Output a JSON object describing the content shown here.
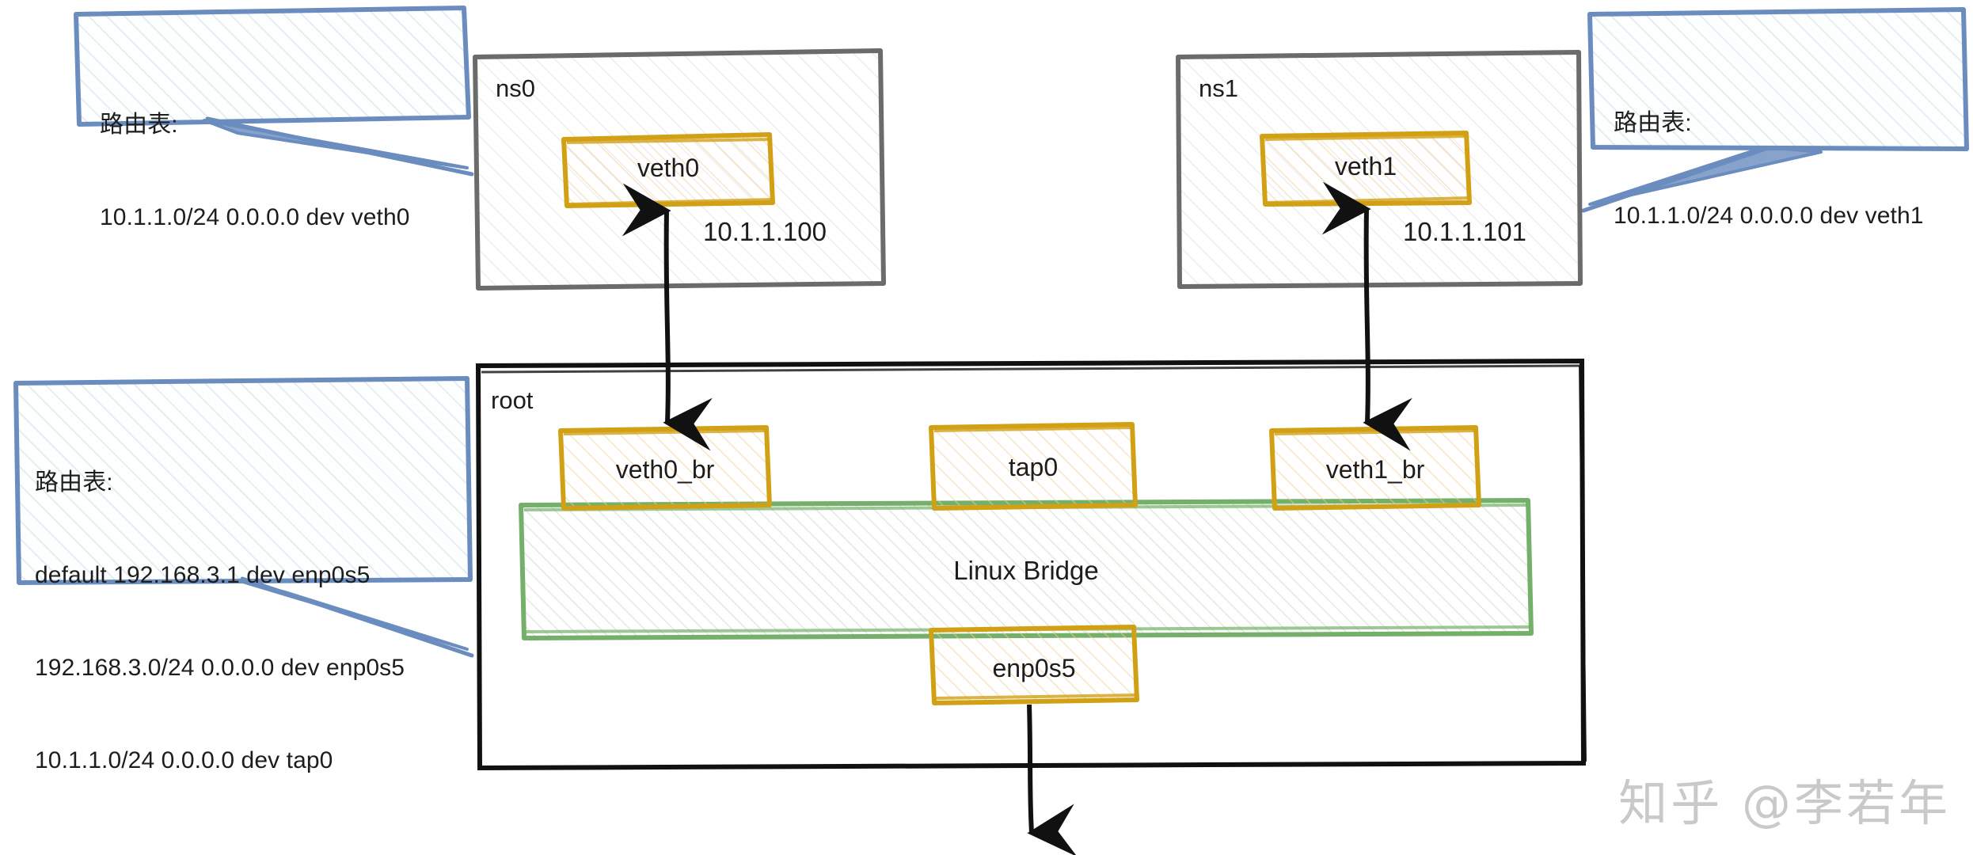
{
  "diagram": {
    "title": "Linux network namespace / bridge topology",
    "colors": {
      "callout_stroke": "#6a8cbe",
      "callout_fill": "#eaf0f8",
      "namespace_stroke": "#6b6b6b",
      "device_stroke": "#d2a015",
      "device_fill": "#fdf3e2",
      "bridge_stroke": "#74b06a",
      "bridge_fill": "#eef4ec",
      "arrow": "#121212",
      "root_stroke": "#111111",
      "watermark": "#c9c9c9"
    }
  },
  "callouts": {
    "ns0_route": {
      "name": "ns0-route-table",
      "title": "路由表:",
      "lines": [
        "10.1.1.0/24 0.0.0.0 dev veth0"
      ]
    },
    "ns1_route": {
      "name": "ns1-route-table",
      "title": "路由表:",
      "lines": [
        "10.1.1.0/24 0.0.0.0 dev veth1"
      ]
    },
    "root_route": {
      "name": "root-route-table",
      "title": "路由表:",
      "lines": [
        "default 192.168.3.1 dev enp0s5",
        "192.168.3.0/24 0.0.0.0 dev enp0s5",
        "10.1.1.0/24 0.0.0.0 dev tap0"
      ]
    }
  },
  "namespaces": {
    "ns0": {
      "label": "ns0",
      "device": "veth0",
      "ip": "10.1.1.100"
    },
    "ns1": {
      "label": "ns1",
      "device": "veth1",
      "ip": "10.1.1.101"
    },
    "root": {
      "label": "root",
      "bridge": "Linux Bridge",
      "devices": {
        "veth0_br": "veth0_br",
        "tap0": "tap0",
        "veth1_br": "veth1_br",
        "enp0s5": "enp0s5"
      }
    }
  },
  "watermark": {
    "text": "知乎 @李若年"
  }
}
